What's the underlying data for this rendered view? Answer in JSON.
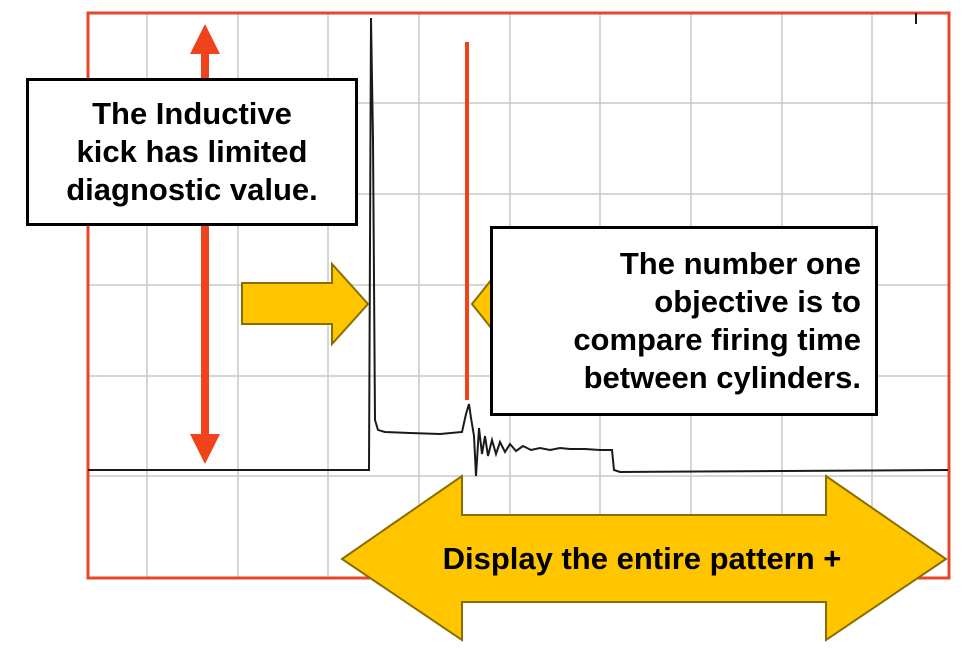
{
  "colors": {
    "frame": "#e8462a",
    "grid": "#c8c8c8",
    "trace": "#1a1a1a",
    "arrow_red": "#f0431c",
    "arrow_yellow": "#ffc600",
    "arrow_yellow_stroke": "#8a6d00"
  },
  "callout_left": {
    "lines": [
      "The Inductive",
      "kick has limited",
      "diagnostic value."
    ]
  },
  "callout_right": {
    "lines": [
      "The number one",
      "objective is to",
      "compare firing time",
      "between cylinders."
    ]
  },
  "banner": {
    "text": "Display the entire pattern +"
  },
  "icons": {
    "vertical_arrow": "double-headed-arrow-icon",
    "right_arrow": "right-arrow-icon",
    "left_arrow": "left-arrow-icon",
    "banner_arrow": "horizontal-double-arrow-icon"
  }
}
